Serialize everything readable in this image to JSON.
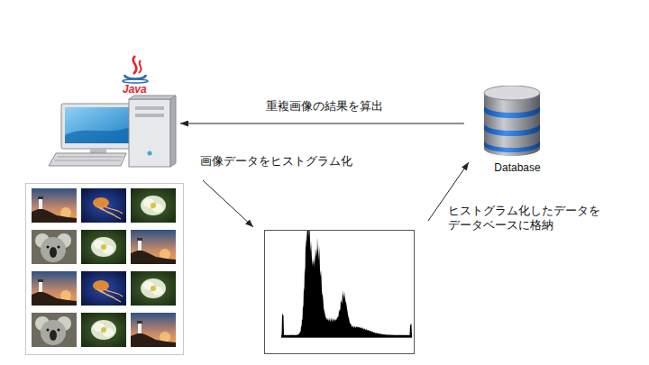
{
  "diagram": {
    "nodes": [
      {
        "text": [
          "Java"
        ]
      },
      {
        "text": [
          "Database"
        ]
      },
      {
        "text": []
      }
    ],
    "edges": [
      {
        "from": 1,
        "to": 0,
        "arrow": "to",
        "label": "重複画像の結果を算出"
      },
      {
        "from": 0,
        "to": 2,
        "arrow": "to",
        "label": "画像データをヒストグラム化"
      },
      {
        "from": 2,
        "to": 1,
        "arrow": "to",
        "label": "ヒストグラム化したデータを データベースに格納"
      }
    ]
  }
}
